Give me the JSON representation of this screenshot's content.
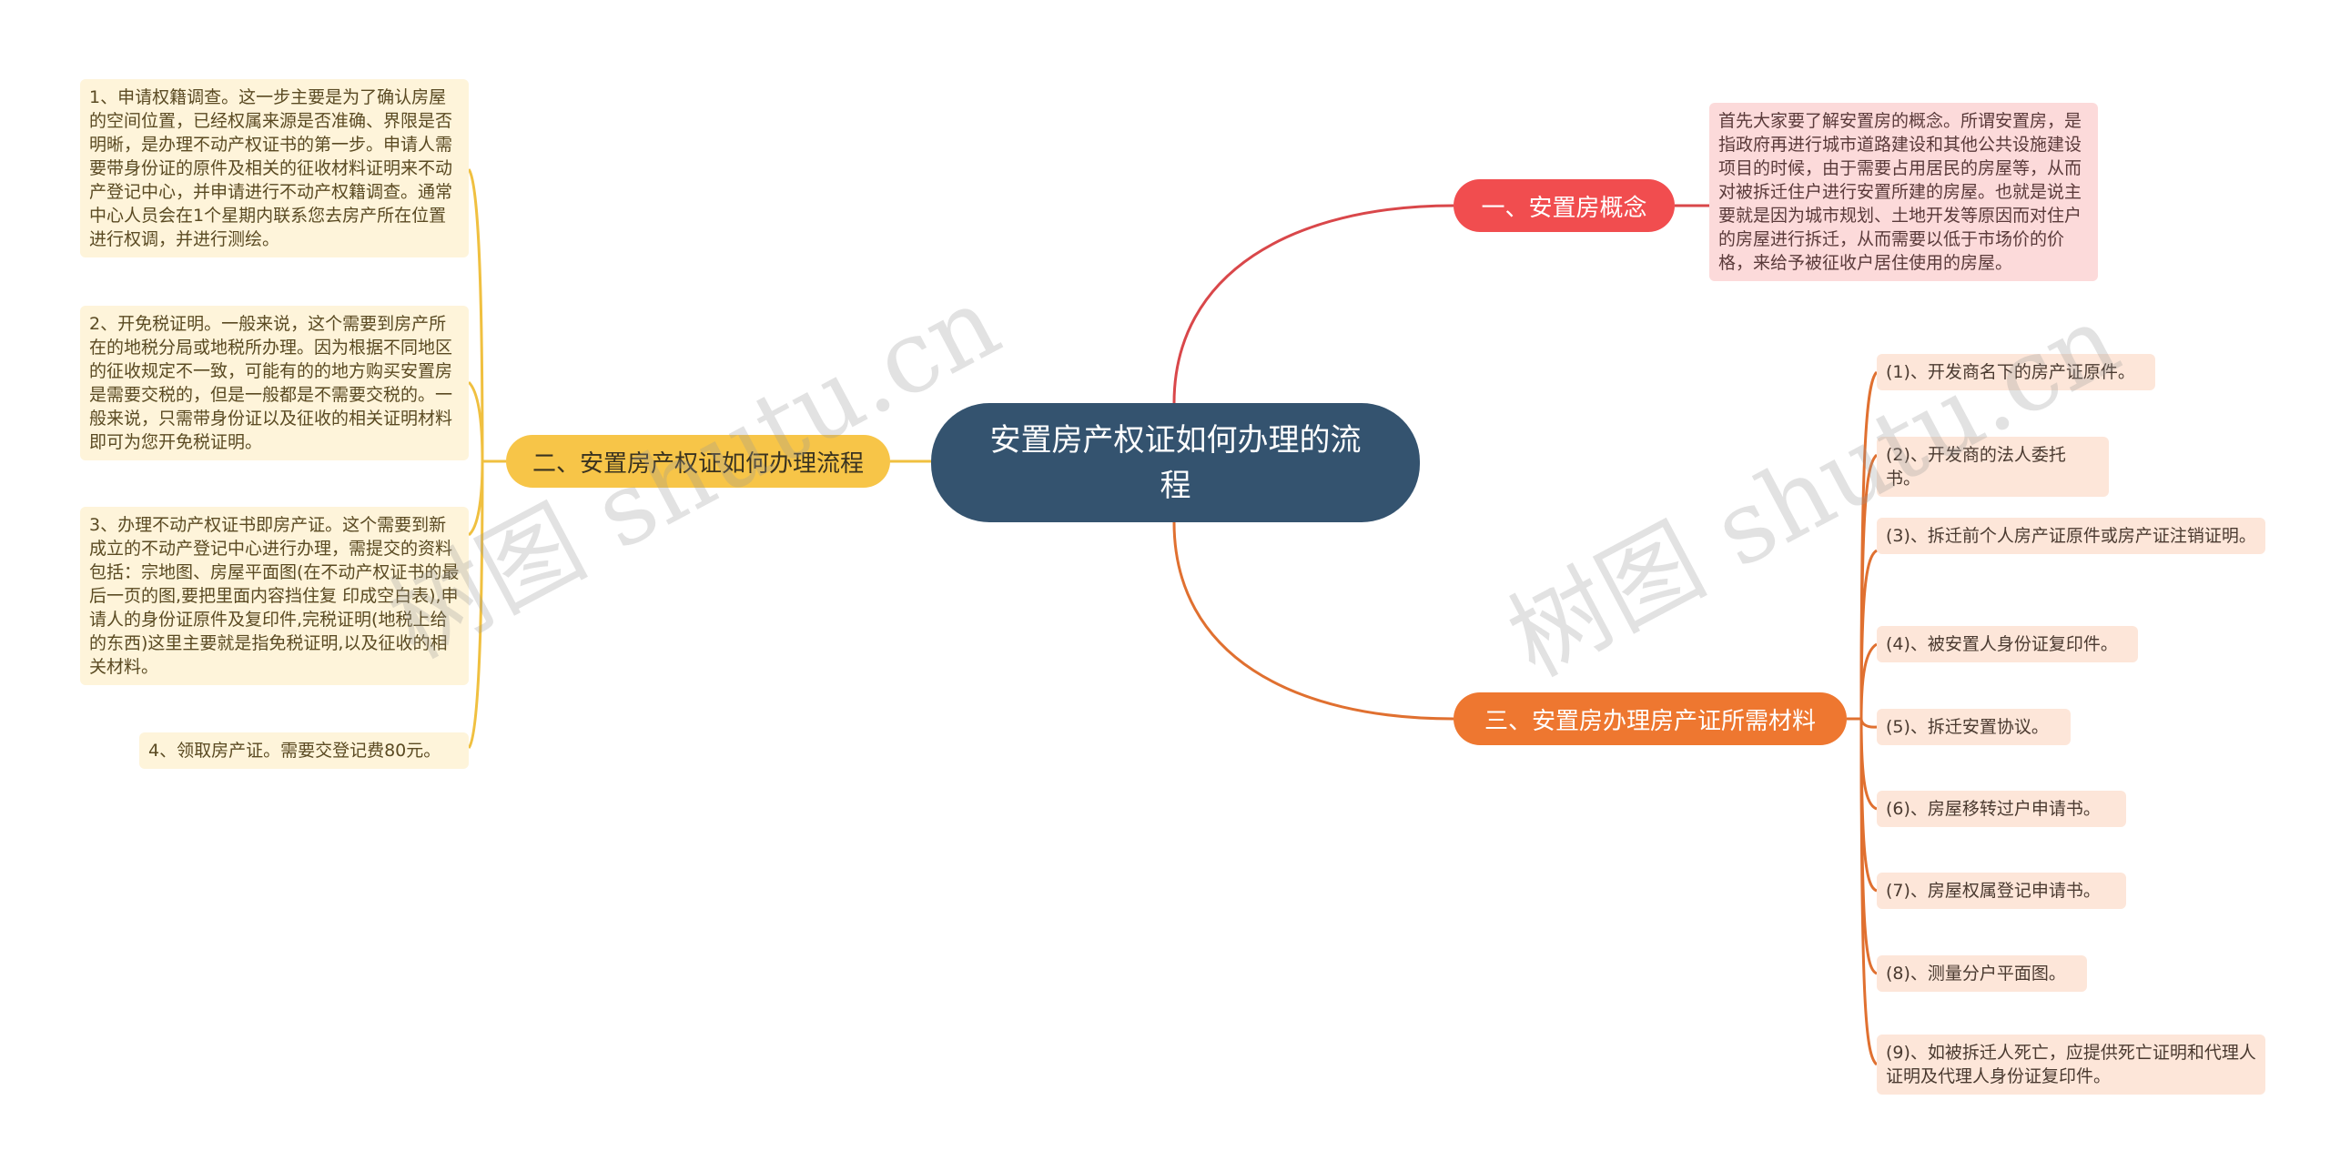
{
  "root": {
    "title": "安置房产权证如何办理的流程"
  },
  "branches": {
    "b1": {
      "label": "一、安置房概念",
      "items": [
        "首先大家要了解安置房的概念。所谓安置房，是指政府再进行城市道路建设和其他公共设施建设项目的时候，由于需要占用居民的房屋等，从而对被拆迁住户进行安置所建的房屋。也就是说主要就是因为城市规划、土地开发等原因而对住户的房屋进行拆迁，从而需要以低于市场价的价格，来给予被征收户居住使用的房屋。"
      ]
    },
    "b2": {
      "label": "二、安置房产权证如何办理流程",
      "items": [
        "1、申请权籍调查。这一步主要是为了确认房屋的空间位置，已经权属来源是否准确、界限是否明晰，是办理不动产权证书的第一步。申请人需要带身份证的原件及相关的征收材料证明来不动产登记中心，并申请进行不动产权籍调查。通常中心人员会在1个星期内联系您去房产所在位置进行权调，并进行测绘。",
        "2、开免税证明。一般来说，这个需要到房产所在的地税分局或地税所办理。因为根据不同地区的征收规定不一致，可能有的的地方购买安置房是需要交税的，但是一般都是不需要交税的。一般来说，只需带身份证以及征收的相关证明材料即可为您开免税证明。",
        "3、办理不动产权证书即房产证。这个需要到新成立的不动产登记中心进行办理，需提交的资料包括：宗地图、房屋平面图(在不动产权证书的最后一页的图,要把里面内容挡住复 印成空白表),申请人的身份证原件及复印件,完税证明(地税上给的东西)这里主要就是指免税证明,以及征收的相关材料。",
        "4、领取房产证。需要交登记费80元。"
      ]
    },
    "b3": {
      "label": "三、安置房办理房产证所需材料",
      "items": [
        "(1)、开发商名下的房产证原件。",
        "(2)、开发商的法人委托书。",
        "(3)、拆迁前个人房产证原件或房产证注销证明。",
        "(4)、被安置人身份证复印件。",
        "(5)、拆迁安置协议。",
        "(6)、房屋移转过户申请书。",
        "(7)、房屋权属登记申请书。",
        "(8)、测量分户平面图。",
        "(9)、如被拆迁人死亡，应提供死亡证明和代理人证明及代理人身份证复印件。"
      ]
    }
  },
  "watermark": [
    "树图 shutu.cn",
    "树图 shutu.cn"
  ],
  "colors": {
    "root": "#34536f",
    "branch1": "#f14d4f",
    "branch2": "#f7c548",
    "branch3": "#ee7730",
    "leaf1": "#fcdada",
    "leaf2": "#fef4da",
    "leaf3": "#fde6d9"
  }
}
